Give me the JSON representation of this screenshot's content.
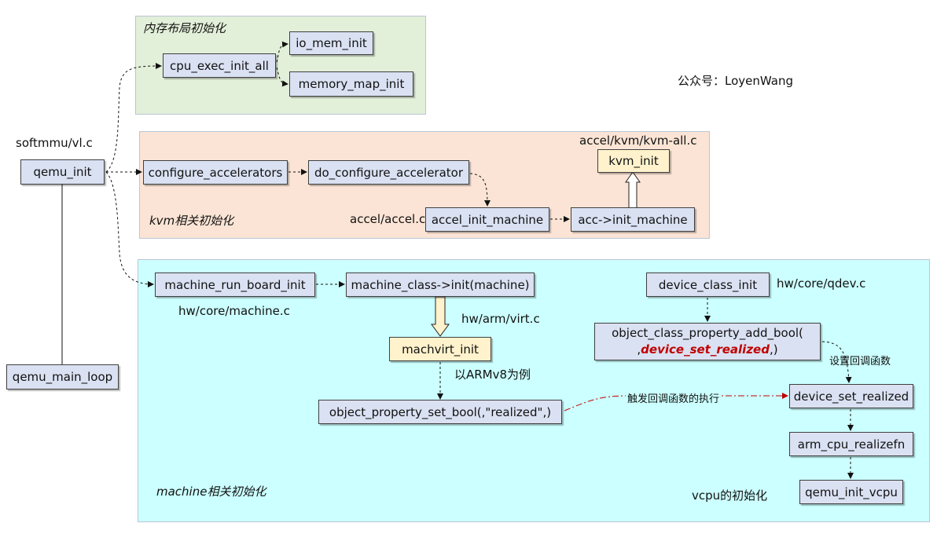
{
  "regions": {
    "memory": "内存布局初始化",
    "kvm": "kvm相关初始化",
    "machine": "machine相关初始化",
    "vcpu": "vcpu的初始化"
  },
  "watermark": "公众号：LoyenWang",
  "files": {
    "vl": "softmmu/vl.c",
    "kvm_all": "accel/kvm/kvm-all.c",
    "accel": "accel/accel.c",
    "machine_c": "hw/core/machine.c",
    "virt": "hw/arm/virt.c",
    "qdev": "hw/core/qdev.c"
  },
  "nodes": {
    "qemu_init": "qemu_init",
    "qemu_main_loop": "qemu_main_loop",
    "cpu_exec_init_all": "cpu_exec_init_all",
    "io_mem_init": "io_mem_init",
    "memory_map_init": "memory_map_init",
    "configure_accelerators": "configure_accelerators",
    "do_configure_accelerator": "do_configure_accelerator",
    "kvm_init": "kvm_init",
    "accel_init_machine": "accel_init_machine",
    "acc_init_machine": "acc->init_machine",
    "machine_run_board_init": "machine_run_board_init",
    "machine_class_init": "machine_class->init(machine)",
    "machvirt_init": "machvirt_init",
    "object_property_set_bool": "object_property_set_bool(,\"realized\",)",
    "device_class_init": "device_class_init",
    "object_class_property_add_bool": {
      "line1": "object_class_property_add_bool(",
      "prefix": ",",
      "highlight": "device_set_realized",
      "suffix": ",)"
    },
    "device_set_realized": "device_set_realized",
    "arm_cpu_realizefn": "arm_cpu_realizefn",
    "qemu_init_vcpu": "qemu_init_vcpu"
  },
  "annotations": {
    "example": "以ARMv8为例",
    "set_callback": "设置回调函数",
    "trigger_callback": "触发回调函数的执行"
  },
  "colors": {
    "memory_region": "#e2efd9",
    "kvm_region": "#fbe4d5",
    "machine_region": "#ccffff",
    "box": "#dae1f2",
    "highlight_box": "#fff2cc",
    "trigger_arrow": "#c00000"
  }
}
